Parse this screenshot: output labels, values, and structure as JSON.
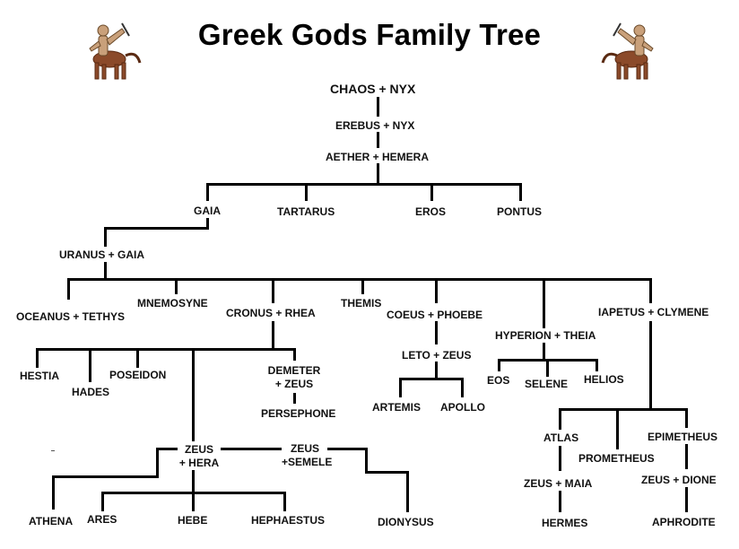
{
  "title": "Greek Gods Family Tree",
  "decorations": [
    {
      "name": "centaur-left",
      "icon": "centaur-icon"
    },
    {
      "name": "centaur-right",
      "icon": "centaur-icon"
    }
  ],
  "nodes": {
    "chaos_nyx": "CHAOS + NYX",
    "erebus_nyx": "EREBUS + NYX",
    "aether_hemera": "AETHER + HEMERA",
    "gaia": "GAIA",
    "tartarus": "TARTARUS",
    "eros": "EROS",
    "pontus": "PONTUS",
    "uranus_gaia": "URANUS + GAIA",
    "oceanus_tethys": "OCEANUS + TETHYS",
    "mnemosyne": "MNEMOSYNE",
    "cronus_rhea": "CRONUS + RHEA",
    "themis": "THEMIS",
    "coeus_phoebe": "COEUS + PHOEBE",
    "hyperion_theia": "HYPERION + THEIA",
    "iapetus_clymene": "IAPETUS + CLYMENE",
    "hestia": "HESTIA",
    "hades": "HADES",
    "poseidon": "POSEIDON",
    "demeter_zeus_1": "DEMETER",
    "demeter_zeus_2": "+ ZEUS",
    "persephone": "PERSEPHONE",
    "leto_zeus": "LETO + ZEUS",
    "artemis": "ARTEMIS",
    "apollo": "APOLLO",
    "eos": "EOS",
    "selene": "SELENE",
    "helios": "HELIOS",
    "zeus_hera_1": "ZEUS",
    "zeus_hera_2": "+ HERA",
    "zeus_semele_1": "ZEUS",
    "zeus_semele_2": "+SEMELE",
    "athena": "ATHENA",
    "ares": "ARES",
    "hebe": "HEBE",
    "hephaestus": "HEPHAESTUS",
    "dionysus": "DIONYSUS",
    "atlas": "ATLAS",
    "prometheus": "PROMETHEUS",
    "epimetheus": "EPIMETHEUS",
    "zeus_maia": "ZEUS + MAIA",
    "zeus_dione": "ZEUS + DIONE",
    "hermes": "HERMES",
    "aphrodite": "APHRODITE"
  }
}
